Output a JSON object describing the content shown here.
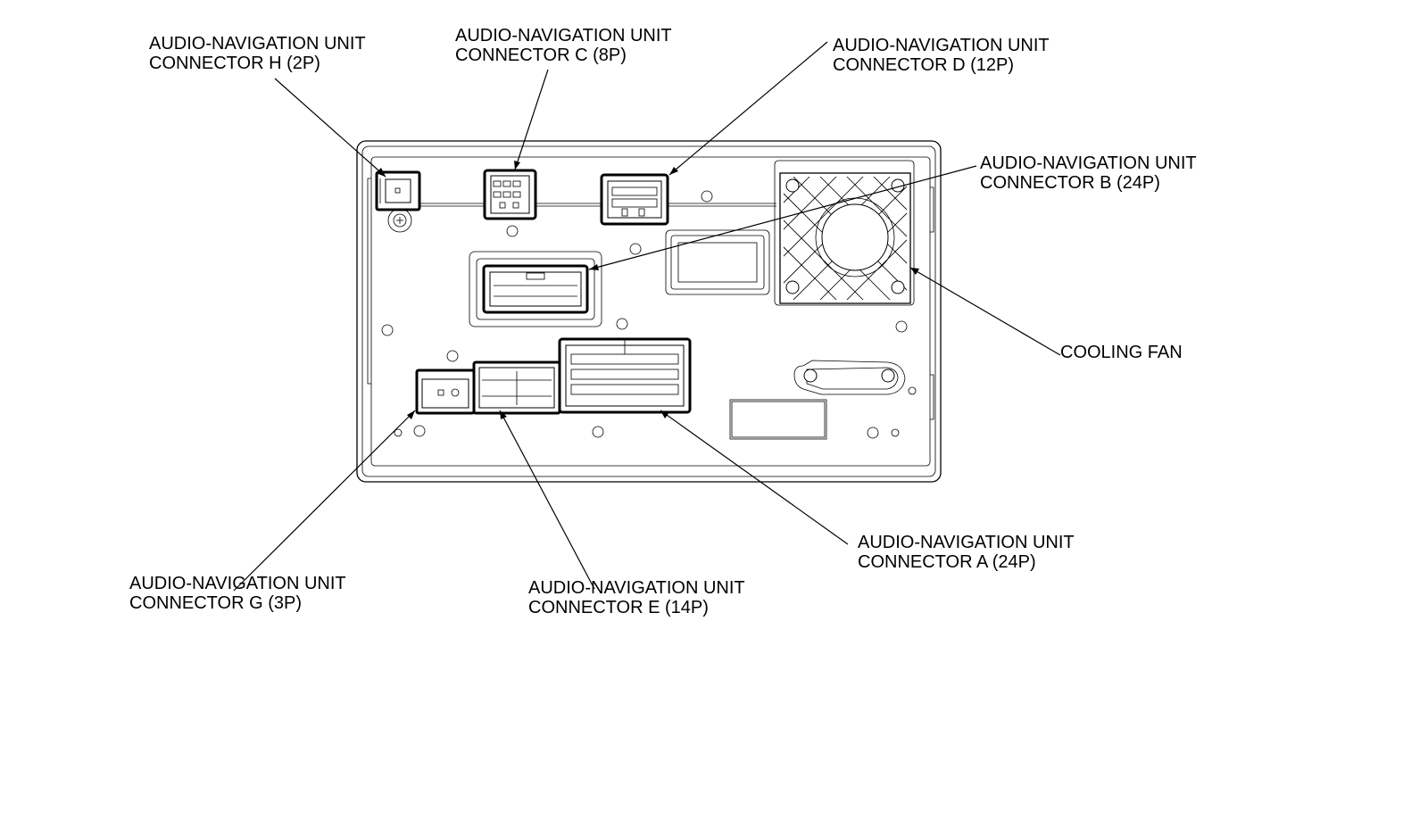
{
  "callouts": {
    "connector_h": {
      "line1": "AUDIO-NAVIGATION UNIT",
      "line2": "CONNECTOR H (2P)"
    },
    "connector_c": {
      "line1": "AUDIO-NAVIGATION UNIT",
      "line2": "CONNECTOR C (8P)"
    },
    "connector_d": {
      "line1": "AUDIO-NAVIGATION UNIT",
      "line2": "CONNECTOR D (12P)"
    },
    "connector_b": {
      "line1": "AUDIO-NAVIGATION UNIT",
      "line2": "CONNECTOR B (24P)"
    },
    "cooling_fan": {
      "line1": "COOLING FAN"
    },
    "connector_a": {
      "line1": "AUDIO-NAVIGATION UNIT",
      "line2": "CONNECTOR A (24P)"
    },
    "connector_e": {
      "line1": "AUDIO-NAVIGATION UNIT",
      "line2": "CONNECTOR E (14P)"
    },
    "connector_g": {
      "line1": "AUDIO-NAVIGATION UNIT",
      "line2": "CONNECTOR G (3P)"
    }
  }
}
